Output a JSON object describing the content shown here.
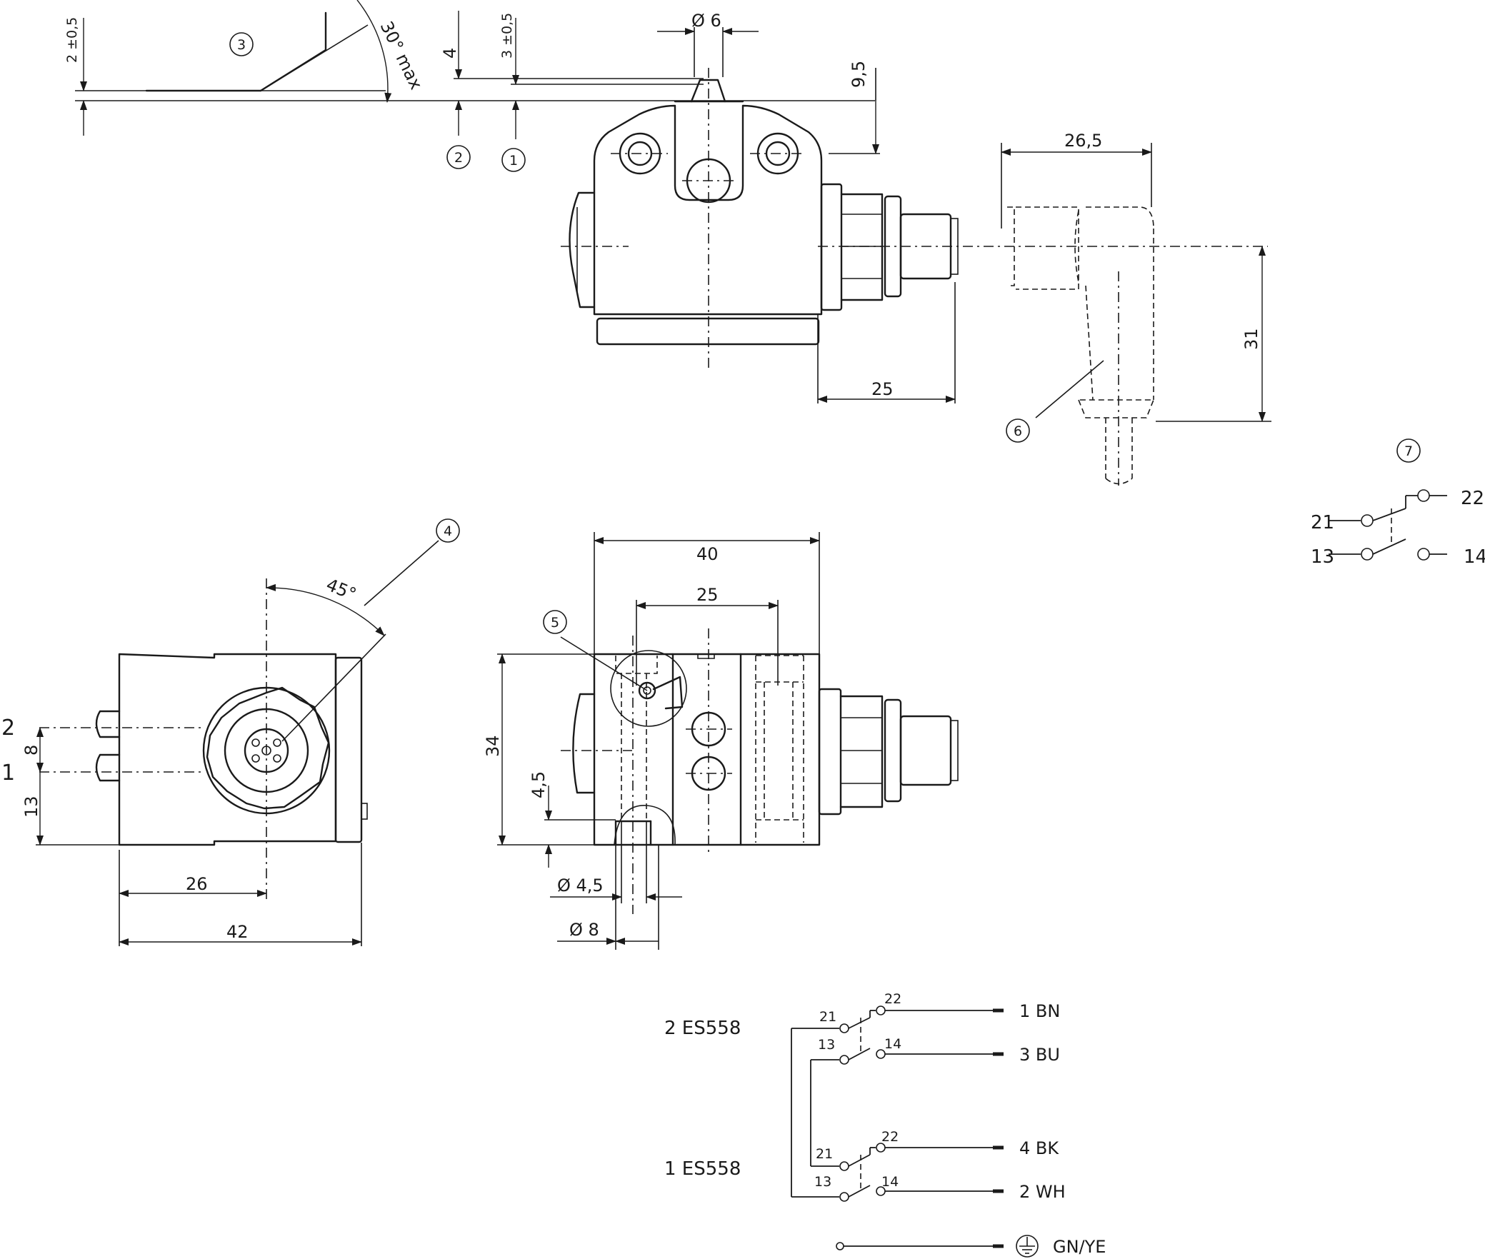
{
  "callouts": [
    "1",
    "2",
    "3",
    "4",
    "5",
    "6",
    "7"
  ],
  "dimensions": {
    "top_tol_2": "2 ±0,5",
    "top_4": "4",
    "top_tol_3": "3 ±0,5",
    "phi6": "Ø 6",
    "d9_5": "9,5",
    "d26_5": "26,5",
    "d25_connector": "25",
    "d31": "31",
    "angle30": "30° max",
    "angle45": "45°",
    "d40": "40",
    "d25_holes": "25",
    "d34": "34",
    "d4_5": "4,5",
    "phi4_5": "Ø 4,5",
    "phi8": "Ø 8",
    "d8": "8",
    "d13": "13",
    "d26": "26",
    "d42": "42",
    "side_2": "2",
    "side_1": "1"
  },
  "contact_symbol": {
    "t21": "21",
    "t22": "22",
    "t13": "13",
    "t14": "14"
  },
  "wiring": {
    "upper_label": "2  ES558",
    "lower_label": "1  ES558",
    "terminals": {
      "t21": "21",
      "t22": "22",
      "t13": "13",
      "t14": "14"
    },
    "outputs": [
      "1  BN",
      "3  BU",
      "4  BK",
      "2 WH"
    ],
    "ground": "GN/YE"
  },
  "colors": {
    "line": "#1a1a1a",
    "background": "#ffffff"
  }
}
